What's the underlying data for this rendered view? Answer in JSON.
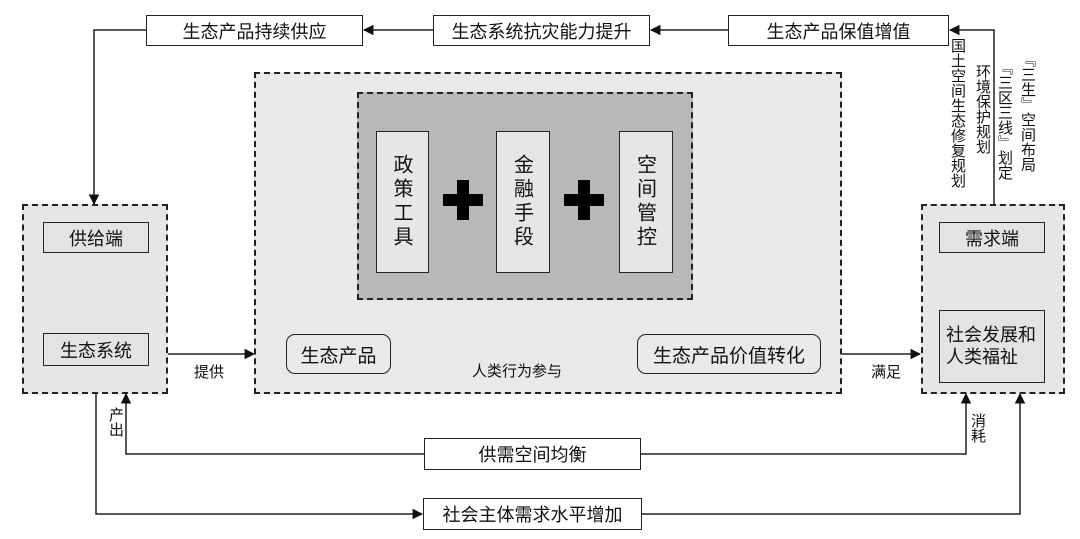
{
  "top": {
    "supply_continuous": "生态产品持续供应",
    "resilience": "生态系统抗灾能力提升",
    "value_growth": "生态产品保值增值"
  },
  "left": {
    "supply_end": "供给端",
    "ecosystem": "生态系统",
    "provide": "提供",
    "output": "产出"
  },
  "right": {
    "demand_end": "需求端",
    "welfare": "社会发展和人类福祉",
    "satisfy": "满足",
    "consume": "消耗",
    "plan_1": "国土空间生态修复规划",
    "plan_2": "环境保护规划",
    "plan_3": "『三区三线』划定",
    "plan_4": "『三生』空间布局"
  },
  "center": {
    "policy": "政策工具",
    "finance": "金融手段",
    "space": "空间管控",
    "product": "生态产品",
    "value_conversion": "生态产品价值转化",
    "human": "人类行为参与"
  },
  "bottom": {
    "balance": "供需空间均衡",
    "demand_increase": "社会主体需求水平增加"
  }
}
